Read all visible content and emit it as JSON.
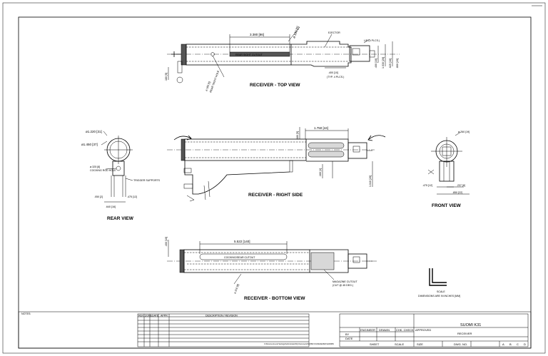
{
  "views": {
    "top": {
      "title": "RECEIVER - TOP VIEW",
      "dims": [
        "3.380 [86]",
        "ø.180 [5]",
        "EJECTOR",
        "L/E (4 PLCS.)",
        "ø.185 [5]",
        "REAR SIGHT HOLE",
        "REAR SIGHT CUTOUT",
        ".400 [10]",
        "(TYP. 4 PLCS.)",
        ".400 [10]",
        "1.030 [26]",
        ".625 [16]",
        ".800 [20]",
        ".180 [5]"
      ]
    },
    "rear": {
      "title": "REAR VIEW",
      "dims": [
        "ø1.220 [31]",
        "ø1.450 [37]",
        "ø.325 [8]",
        "COCKING ROD HOLE",
        "TRIGGER SUPPORTS",
        ".050 [2]",
        ".475 [12]",
        ".640 [16]"
      ]
    },
    "right": {
      "title": "RECEIVER - RIGHT SIDE",
      "dims": [
        "1.750 [44]",
        ".180 [5]",
        ".160 [4]",
        "1.040 [26]"
      ]
    },
    "front": {
      "title": "FRONT VIEW",
      "dims": [
        "ø.760 [19]",
        ".475 [12]",
        ".237 [6]",
        ".850 [22]"
      ]
    },
    "bottom": {
      "title": "RECEIVER - BOTTOM VIEW",
      "dims": [
        "5.522 [140]",
        "COCKING/SEAR CUTOUT",
        ".400 [10]",
        "MAGAZINE CUTOUT",
        "(CUT @ 45 DEG.)",
        "ø.310 [8]"
      ]
    }
  },
  "notes": {
    "scale_label": "SCALE",
    "units": "DIMENSIONS ARE IN INCHES [MM]",
    "notes_label": "NOTES:"
  },
  "revision_table": {
    "headers": [
      "REV",
      "ZONE",
      "DATE",
      "APPR",
      "DESCRIPTION / REVISION"
    ]
  },
  "title_block": {
    "title": "SUOMI K31",
    "part": "RECEIVER",
    "cols": [
      "ENGINEER",
      "DRAWN",
      "CHK. CHECK",
      "APPROVED"
    ],
    "row_labels": [
      "BY",
      "DATE"
    ],
    "size_label": "SIZE",
    "drawing_no_label": "DWG. NO.",
    "sheet_label": "SHEET",
    "scale_label": "SCALE",
    "file_path": "C:\\Documents and Settings\\Administrator\\My Documents\\SUOMI K31 RECEIVER.SLDDRW",
    "letters": [
      "A",
      "B",
      "C",
      "D"
    ]
  }
}
